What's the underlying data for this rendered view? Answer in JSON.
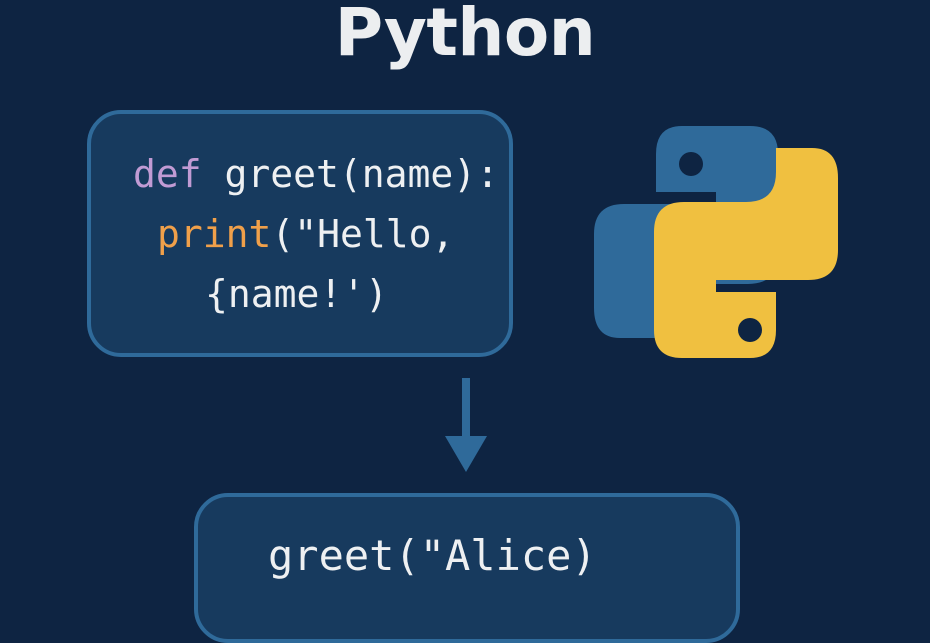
{
  "title": "Python",
  "code_block": {
    "lines": [
      {
        "keyword": "def",
        "rest": " greet(name):"
      },
      {
        "keyword": "print",
        "rest": "(\"Hello,"
      },
      {
        "keyword": "",
        "rest": "{name!')"
      }
    ]
  },
  "logo": {
    "name": "python-logo",
    "colors": {
      "blue": "#2f6a9a",
      "yellow": "#f0c040"
    }
  },
  "arrow": {
    "direction": "down",
    "color": "#2f6a9a"
  },
  "call_block": {
    "text": "greet(\"Alice)"
  },
  "colors": {
    "background": "#0e2442",
    "box_fill": "#173a5e",
    "box_border": "#2f6a9a",
    "keyword_def": "#c19bd4",
    "keyword_print": "#f0a04a",
    "text": "#eef0f2"
  }
}
